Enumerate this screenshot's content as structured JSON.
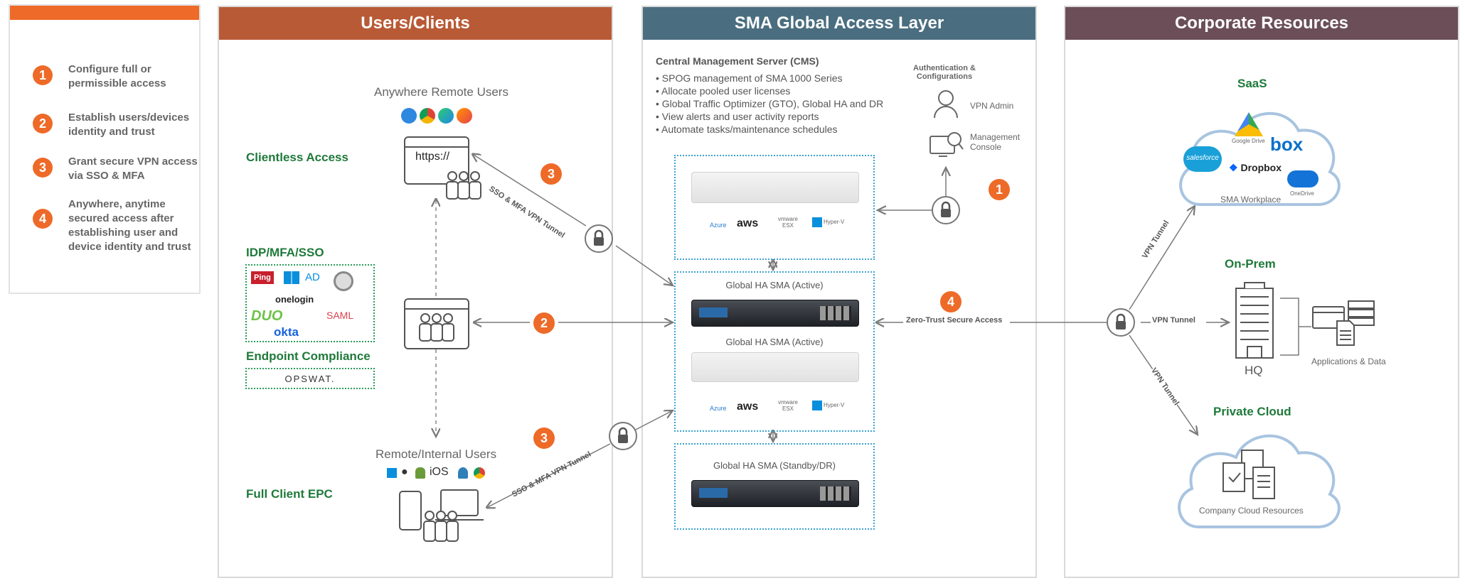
{
  "legend": {
    "items": [
      {
        "num": "1",
        "text": "Configure full or permissible access"
      },
      {
        "num": "2",
        "text": "Establish users/devices identity and trust"
      },
      {
        "num": "3",
        "text": "Grant secure VPN access via SSO & MFA"
      },
      {
        "num": "4",
        "text": "Anywhere, anytime secured access after establishing user and device identity and trust"
      }
    ]
  },
  "panels": {
    "users": {
      "title": "Users/Clients",
      "color": "#b85a35"
    },
    "sma": {
      "title": "SMA Global Access Layer",
      "color": "#4a6e80"
    },
    "corporate": {
      "title": "Corporate Resources",
      "color": "#6b4e58"
    }
  },
  "users": {
    "anywhere_title": "Anywhere Remote Users",
    "browser_url": "https://",
    "clientless_label": "Clientless Access",
    "idp_label": "IDP/MFA/SSO",
    "idp_logos": {
      "ping": "Ping",
      "ad": "AD",
      "onelogin": "onelogin",
      "duo": "DUO",
      "okta": "okta",
      "saml": "SAML"
    },
    "endpoint_label": "Endpoint Compliance",
    "opswat": "OPSWAT.",
    "remote_internal_title": "Remote/Internal Users",
    "ios_label": "iOS",
    "full_client_label": "Full Client EPC",
    "tunnel_label_top": "SSO & MFA VPN Tunnel",
    "tunnel_label_bottom": "SSO & MFA VPN Tunnel"
  },
  "sma": {
    "cms_title": "Central Management Server (CMS)",
    "cms_bullets": [
      "SPOG management of SMA 1000 Series",
      "Allocate pooled user licenses",
      "Global Traffic Optimizer (GTO), Global HA and DR",
      "View alerts and user activity reports",
      "Automate tasks/maintenance schedules"
    ],
    "auth_title": "Authentication & Configurations",
    "vpn_admin": "VPN Admin",
    "management_console": "Management Console",
    "platforms": {
      "azure": "Azure",
      "aws": "aws",
      "vmware": "vmware ESX",
      "hyperv": "Hyper-V"
    },
    "ha_active_1": "Global HA SMA (Active)",
    "ha_active_2": "Global HA SMA (Active)",
    "ha_standby": "Global HA SMA (Standby/DR)",
    "zero_trust_label": "Zero-Trust Secure Access"
  },
  "corporate": {
    "saas_title": "SaaS",
    "saas_apps": {
      "gdrive": "Google Drive",
      "box": "box",
      "salesforce": "salesforce",
      "dropbox": "Dropbox",
      "onedrive": "OneDrive"
    },
    "saas_workplace": "SMA Workplace",
    "onprem_title": "On-Prem",
    "hq_label": "HQ",
    "apps_data_label": "Applications & Data",
    "private_cloud_title": "Private Cloud",
    "company_cloud_label": "Company Cloud Resources",
    "vpn_tunnel_up": "VPN Tunnel",
    "vpn_tunnel_mid": "VPN Tunnel",
    "vpn_tunnel_down": "VPN Tunnel"
  },
  "steps": {
    "s1": "1",
    "s2": "2",
    "s3a": "3",
    "s3b": "3",
    "s4": "4"
  },
  "colors": {
    "orange": "#ee6a28",
    "green": "#1f7a3a",
    "dotted": "#3ba3d0",
    "arrow": "#7a7a7a"
  }
}
